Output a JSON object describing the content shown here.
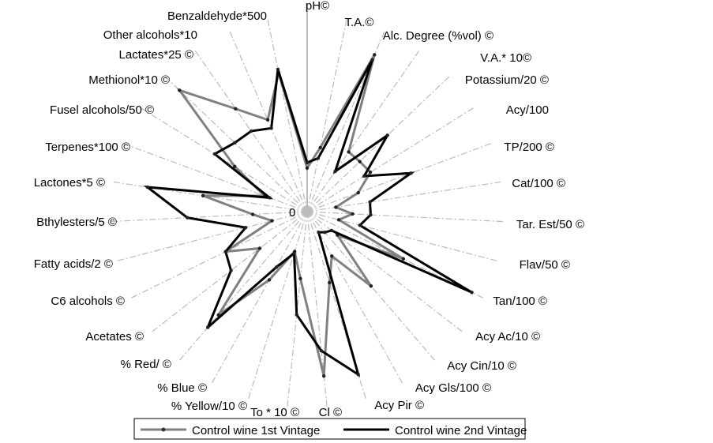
{
  "chart_data": {
    "type": "radar",
    "title": "",
    "center_label": "0",
    "axes": [
      "pH©",
      "T.A.©",
      "Alc. Degree (%vol) ©",
      "V.A.* 10©",
      "Potassium/20 ©",
      "Acy/100",
      "TP/200 ©",
      "Cat/100 ©",
      "Tar. Est/50 ©",
      "Flav/50 ©",
      "Tan/100 ©",
      "Acy Ac/10 ©",
      "Acy Cin/10 ©",
      "Acy Gls/100 ©",
      "Acy Pir ©",
      "Cl ©",
      "To * 10 ©",
      "% Yellow/10 ©",
      "% Blue ©",
      "% Red/ ©",
      "Acetates ©",
      "C6 alcohols ©",
      "Fatty acids/2 ©",
      "Bthylesters/5 ©",
      "Lactones*5 ©",
      "Terpenes*100 ©",
      "Fusel alcohols/50 ©",
      "Methionol*10 ©",
      "Lactates*25 ©",
      "Other alcohols*10",
      "Benzaldehyde*500"
    ],
    "range": [
      0,
      10
    ],
    "series": [
      {
        "name": "Control wine 1st Vintage",
        "color": "#808080",
        "values": [
          2.4,
          3.6,
          9.4,
          4.0,
          4.0,
          4.1,
          3.0,
          1.6,
          2.5,
          1.8,
          5.9,
          2.1,
          5.4,
          2.8,
          4.1,
          9.1,
          3.7,
          2.3,
          4.3,
          7.5,
          3.3,
          5.0,
          2.0,
          3.0,
          5.8,
          2.5,
          4.7,
          9.7,
          6.9,
          5.5,
          7.8
        ]
      },
      {
        "name": "Control wine 2nd Vintage",
        "color": "#000000",
        "values": [
          2.7,
          3.0,
          9.1,
          2.7,
          6.1,
          3.7,
          6.1,
          3.5,
          3.5,
          3.0,
          10.1,
          1.7,
          1.5,
          1.3,
          9.4,
          7.7,
          5.7,
          2.4,
          3.5,
          8.4,
          5.3,
          5.0,
          3.5,
          6.6,
          8.9,
          2.2,
          6.0,
          5.5,
          5.4,
          5.0,
          8.0
        ]
      }
    ],
    "legend": "bottom"
  }
}
